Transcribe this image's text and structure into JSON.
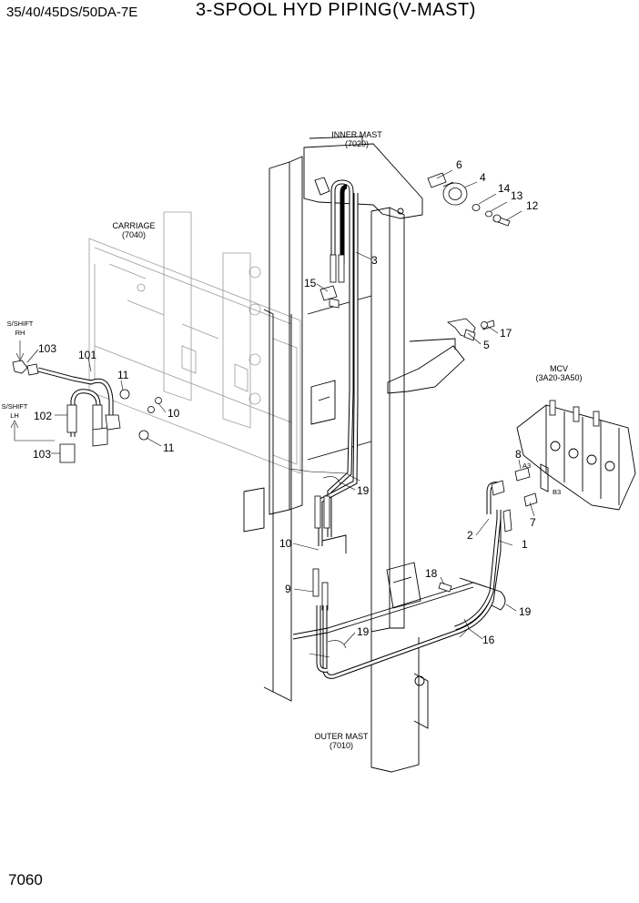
{
  "header": {
    "model": "35/40/45DS/50DA-7E",
    "title": "3-SPOOL HYD PIPING(V-MAST)"
  },
  "footer": {
    "page_number": "7060"
  },
  "assemblies": {
    "inner_mast": [
      "INNER MAST",
      "(7020)"
    ],
    "carriage": [
      "CARRIAGE",
      "(7040)"
    ],
    "outer_mast": [
      "OUTER MAST",
      "(7010)"
    ],
    "mcv": [
      "MCV",
      "(3A20-3A50)"
    ],
    "sshift_rh": [
      "S/SHIFT",
      "RH"
    ],
    "sshift_lh": [
      "S/SHIFT",
      "LH"
    ]
  },
  "ports": {
    "a3": "A3",
    "b3": "B3"
  },
  "callouts": {
    "c1": "1",
    "c2": "2",
    "c3": "3",
    "c4": "4",
    "c5": "5",
    "c6": "6",
    "c7": "7",
    "c8": "8",
    "c9": "9",
    "c10a": "10",
    "c10b": "10",
    "c11a": "11",
    "c11b": "11",
    "c12": "12",
    "c13": "13",
    "c14": "14",
    "c15": "15",
    "c16": "16",
    "c17": "17",
    "c18": "18",
    "c19a": "19",
    "c19b": "19",
    "c19c": "19",
    "c101": "101",
    "c102": "102",
    "c103a": "103",
    "c103b": "103"
  }
}
